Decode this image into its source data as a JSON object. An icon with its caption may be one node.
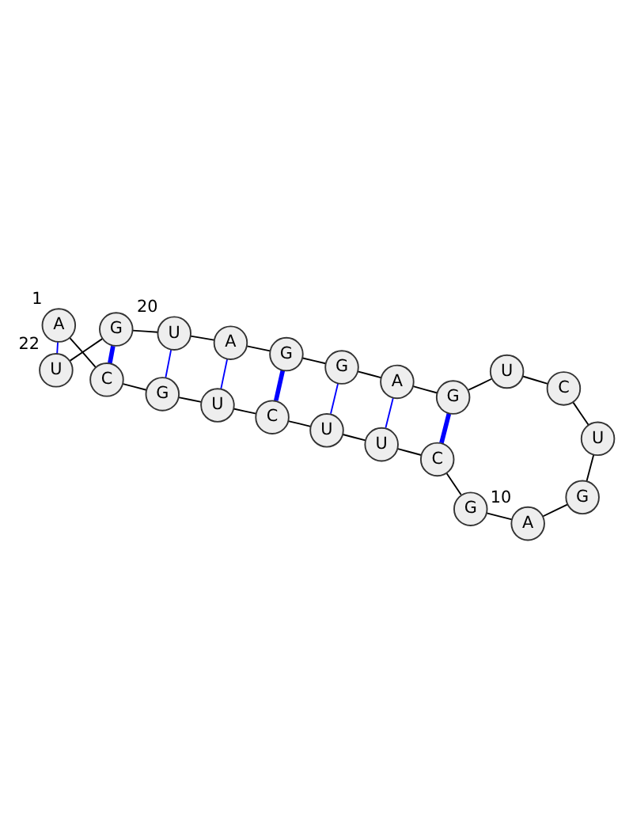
{
  "diagram": {
    "nodes": [
      {
        "text": [
          "A"
        ],
        "beside": [
          "1"
        ]
      },
      {
        "text": [
          "C"
        ]
      },
      {
        "text": [
          "G"
        ]
      },
      {
        "text": [
          "U"
        ]
      },
      {
        "text": [
          "C"
        ]
      },
      {
        "text": [
          "U"
        ]
      },
      {
        "text": [
          "U"
        ]
      },
      {
        "text": [
          "C"
        ]
      },
      {
        "text": [
          "G"
        ]
      },
      {
        "text": [
          "A"
        ],
        "beside": [
          "10"
        ]
      },
      {
        "text": [
          "G"
        ]
      },
      {
        "text": [
          "U"
        ]
      },
      {
        "text": [
          "C"
        ]
      },
      {
        "text": [
          "U"
        ]
      },
      {
        "text": [
          "G"
        ]
      },
      {
        "text": [
          "A"
        ]
      },
      {
        "text": [
          "G"
        ]
      },
      {
        "text": [
          "G"
        ]
      },
      {
        "text": [
          "A"
        ]
      },
      {
        "text": [
          "U"
        ],
        "beside": [
          "20"
        ]
      },
      {
        "text": [
          "G"
        ]
      },
      {
        "text": [
          "U"
        ],
        "beside": [
          "22"
        ]
      }
    ],
    "edges": [
      {
        "from": 0,
        "to": 1,
        "arrow": "none"
      },
      {
        "from": 1,
        "to": 2,
        "arrow": "none"
      },
      {
        "from": 2,
        "to": 3,
        "arrow": "none"
      },
      {
        "from": 3,
        "to": 4,
        "arrow": "none"
      },
      {
        "from": 4,
        "to": 5,
        "arrow": "none"
      },
      {
        "from": 5,
        "to": 6,
        "arrow": "none"
      },
      {
        "from": 6,
        "to": 7,
        "arrow": "none"
      },
      {
        "from": 7,
        "to": 8,
        "arrow": "none"
      },
      {
        "from": 8,
        "to": 9,
        "arrow": "none"
      },
      {
        "from": 9,
        "to": 10,
        "arrow": "none"
      },
      {
        "from": 10,
        "to": 11,
        "arrow": "none"
      },
      {
        "from": 11,
        "to": 12,
        "arrow": "none"
      },
      {
        "from": 12,
        "to": 13,
        "arrow": "none"
      },
      {
        "from": 13,
        "to": 14,
        "arrow": "none"
      },
      {
        "from": 14,
        "to": 15,
        "arrow": "none"
      },
      {
        "from": 15,
        "to": 16,
        "arrow": "none"
      },
      {
        "from": 16,
        "to": 17,
        "arrow": "none"
      },
      {
        "from": 17,
        "to": 18,
        "arrow": "none"
      },
      {
        "from": 18,
        "to": 19,
        "arrow": "none"
      },
      {
        "from": 19,
        "to": 20,
        "arrow": "none"
      },
      {
        "from": 20,
        "to": 21,
        "arrow": "none"
      },
      {
        "from": 0,
        "to": 21,
        "arrow": "none",
        "color": "#0000ff"
      },
      {
        "from": 1,
        "to": 20,
        "arrow": "none",
        "color": "#0000ff",
        "style": "thick"
      },
      {
        "from": 2,
        "to": 19,
        "arrow": "none",
        "color": "#0000ff"
      },
      {
        "from": 3,
        "to": 18,
        "arrow": "none",
        "color": "#0000ff"
      },
      {
        "from": 4,
        "to": 17,
        "arrow": "none",
        "color": "#0000ff",
        "style": "thick"
      },
      {
        "from": 5,
        "to": 16,
        "arrow": "none",
        "color": "#0000ff"
      },
      {
        "from": 6,
        "to": 15,
        "arrow": "none",
        "color": "#0000ff"
      },
      {
        "from": 7,
        "to": 14,
        "arrow": "none",
        "color": "#0000ff",
        "style": "thick"
      }
    ]
  }
}
